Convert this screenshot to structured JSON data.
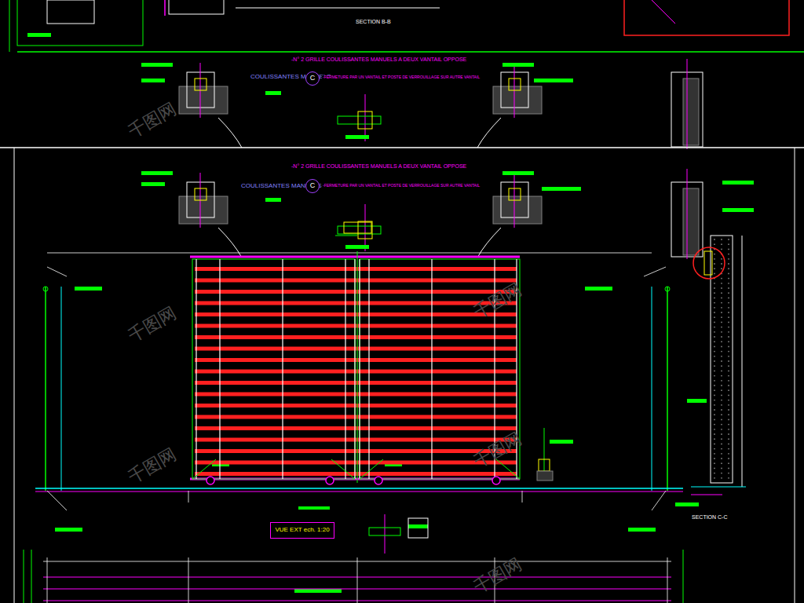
{
  "diagram": {
    "nodes": [
      {
        "text": [
          "C"
        ]
      },
      {
        "text": [
          "C"
        ]
      },
      {
        "text": [
          "VUE EXT ech. 1:20"
        ]
      }
    ],
    "labels": [
      "SECTION B-B",
      "-N° 2 GRILLE COULISSANTES MANUELS A DEUX VANTAIL OPPOSE",
      "COULISSANTES MANUELS",
      "-FERMETURE PAR UN VANTAIL ET POSTE DE VERROUILLAGE SUR AUTRE VANTAIL",
      "-N° 2 GRILLE COULISSANTES MANUELS A DEUX VANTAIL OPPOSE",
      "COULISSANTES MANUELS",
      "-FERMETURE PAR UN VANTAIL ET POSTE DE VERROUILLAGE SUR AUTRE VANTAIL",
      "SECTION C-C",
      "千图网",
      "千图网",
      "千图网",
      "千图网",
      "千图网",
      "千图网"
    ]
  }
}
